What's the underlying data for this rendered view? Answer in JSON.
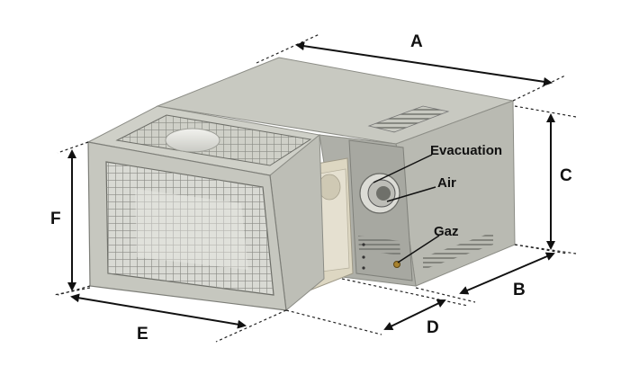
{
  "dimensions": {
    "A": "A",
    "B": "B",
    "C": "C",
    "D": "D",
    "E": "E",
    "F": "F"
  },
  "callouts": {
    "evacuation": "Evacuation",
    "air": "Air",
    "gaz": "Gaz"
  },
  "colors": {
    "body_light": "#cfd0c8",
    "body_mid": "#b7b8b0",
    "body_dark": "#9c9d96",
    "panel_beige": "#ded8c4",
    "grille": "#6d6e68"
  }
}
